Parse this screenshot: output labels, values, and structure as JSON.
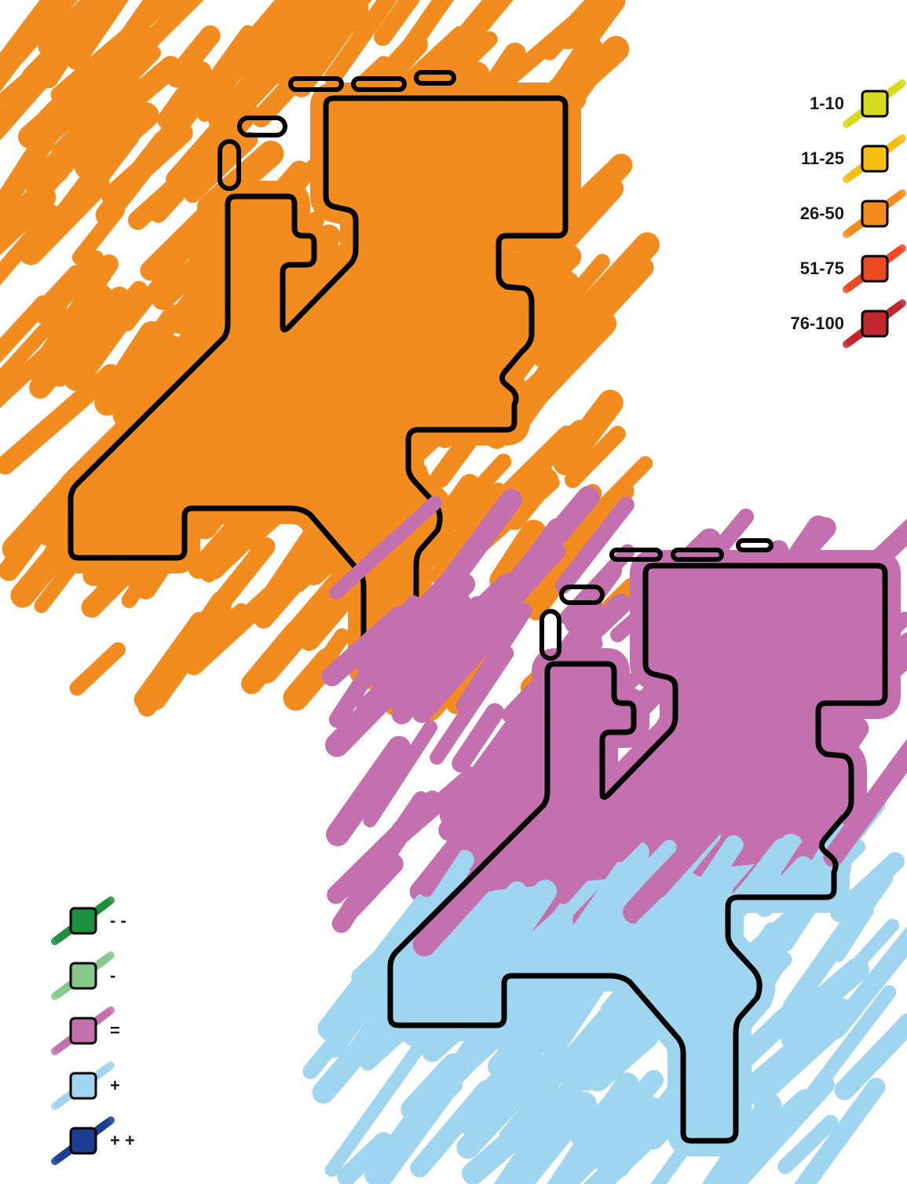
{
  "maps": [
    {
      "name": "top-map",
      "colors": [
        "#f28c1e"
      ]
    },
    {
      "name": "bottom-map",
      "colors": [
        "#c46fae",
        "#9fd5ee"
      ]
    }
  ],
  "legend_range": {
    "items": [
      {
        "label": "1-10",
        "color": "#d6db1e"
      },
      {
        "label": "11-25",
        "color": "#f9be14"
      },
      {
        "label": "26-50",
        "color": "#f28c1e"
      },
      {
        "label": "51-75",
        "color": "#ec4a1f"
      },
      {
        "label": "76-100",
        "color": "#c1272d"
      }
    ]
  },
  "legend_change": {
    "items": [
      {
        "label": "- -",
        "color": "#1e8f3e"
      },
      {
        "label": "-",
        "color": "#85c88a"
      },
      {
        "label": "=",
        "color": "#c46fae"
      },
      {
        "label": "+",
        "color": "#9fd5ee"
      },
      {
        "label": "+ +",
        "color": "#1c3f94"
      }
    ]
  }
}
